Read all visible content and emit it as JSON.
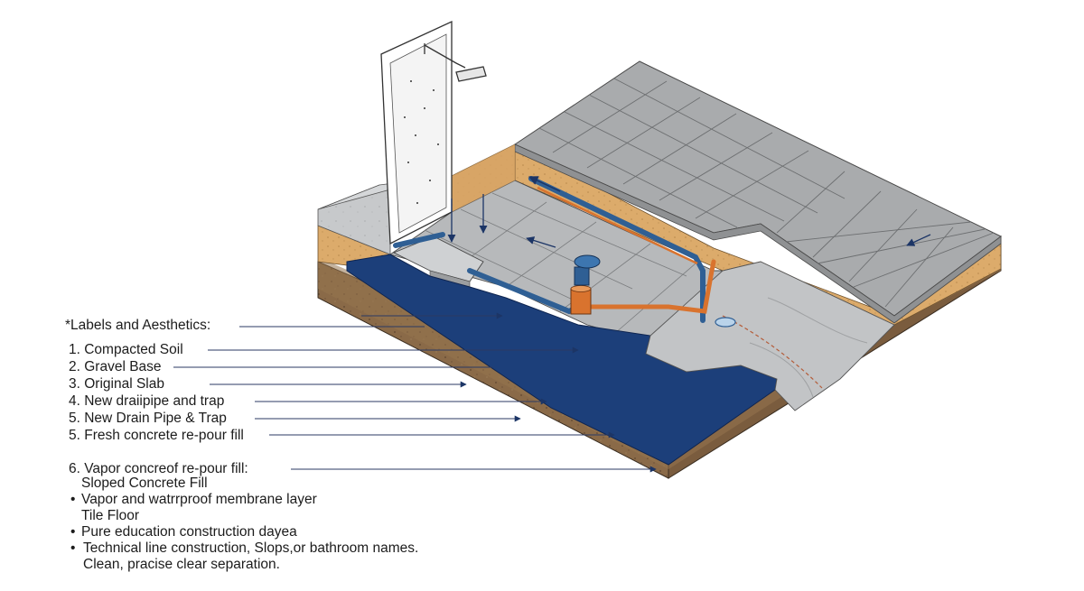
{
  "legend": {
    "header": "*Labels and Aesthetics:",
    "items": [
      "1. Compacted Soil",
      "2. Gravel Base",
      "3. Original Slab",
      "4. New draiipipe and trap",
      "5. New Drain Pipe & Trap",
      "5. Fresh concrete re-pour fill"
    ],
    "item6": "6. Vapor concreof re-pour fill:",
    "sub_lines": [
      "Sloped Concrete Fill",
      "Vapor and watrrproof membrane layer",
      "Tile Floor",
      "Pure education construction dayea",
      "Technical line construction, Slops,or bathroom names.",
      "Clean, pracise clear separation."
    ],
    "bullet_glyph": "•"
  },
  "colors": {
    "soil": "#8a6a48",
    "gravel": "#d9a867",
    "slab": "#b9bcbf",
    "tile": "#a6a8aa",
    "membrane": "#1c3f7a",
    "pipe_blue": "#2f5f94",
    "pipe_orange": "#d9732e",
    "leader": "#2b3a63"
  },
  "icons": [
    "shower-head-icon",
    "drain-trap-icon",
    "floor-drain-icon",
    "flow-arrow-icon"
  ]
}
